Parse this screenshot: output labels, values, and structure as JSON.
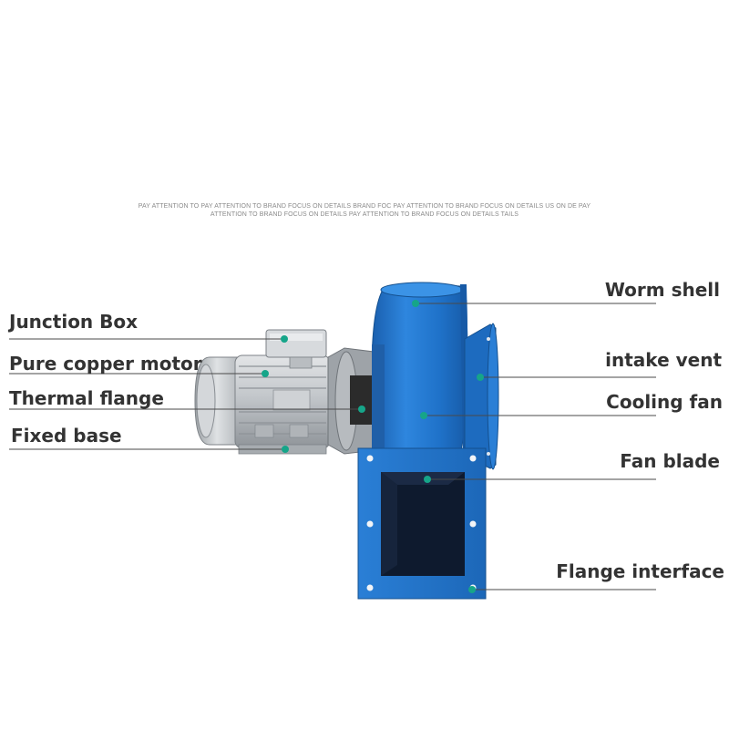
{
  "tagline": "PAY ATTENTION TO PAY ATTENTION TO BRAND FOCUS ON DETAILS BRAND FOC PAY ATTENTION TO BRAND FOCUS ON DETAILS US ON DE PAY ATTENTION TO BRAND FOCUS ON DETAILS  PAY ATTENTION TO BRAND FOCUS ON DETAILS TAILS",
  "colors": {
    "housing_blue": "#1f72c9",
    "motor_silver": "#c6c9cc",
    "leader_dot": "#16a589",
    "label_text": "#333333"
  },
  "labels_left": [
    {
      "id": "junction-box",
      "text": "Junction Box"
    },
    {
      "id": "pure-copper-motor",
      "text": "Pure copper motor"
    },
    {
      "id": "thermal-flange",
      "text": "Thermal flange"
    },
    {
      "id": "fixed-base",
      "text": "Fixed base"
    }
  ],
  "labels_right": [
    {
      "id": "worm-shell",
      "text": "Worm shell"
    },
    {
      "id": "intake-vent",
      "text": "intake vent"
    },
    {
      "id": "cooling-fan",
      "text": "Cooling fan"
    },
    {
      "id": "fan-blade",
      "text": "Fan blade"
    },
    {
      "id": "flange-interface",
      "text": "Flange interface"
    }
  ]
}
